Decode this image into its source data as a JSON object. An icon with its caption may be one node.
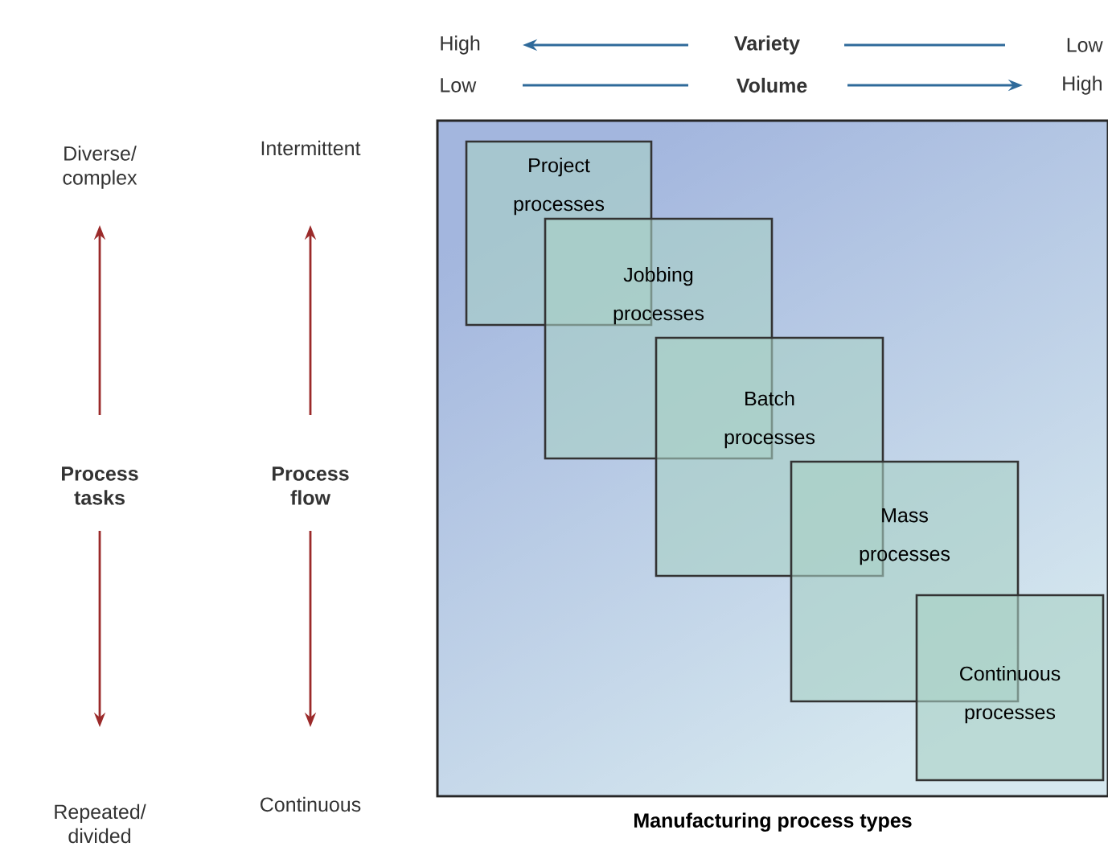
{
  "diagram": {
    "nodes": [
      {
        "text": [
          "Manufacturing process types"
        ]
      },
      {
        "text": [
          "Project processes"
        ],
        "in": 0
      },
      {
        "text": [
          "Jobbing processes"
        ],
        "in": 0
      },
      {
        "text": [
          "Batch processes"
        ],
        "in": 0
      },
      {
        "text": [
          "Mass processes"
        ],
        "in": 0
      },
      {
        "text": [
          "Continuous processes"
        ],
        "in": 0
      }
    ],
    "labels": [
      "High",
      "Variety",
      "Low",
      "Low",
      "Volume",
      "High",
      "Diverse/ complex",
      "Intermittent",
      "Process tasks",
      "Process flow",
      "Repeated/ divided",
      "Continuous"
    ]
  }
}
